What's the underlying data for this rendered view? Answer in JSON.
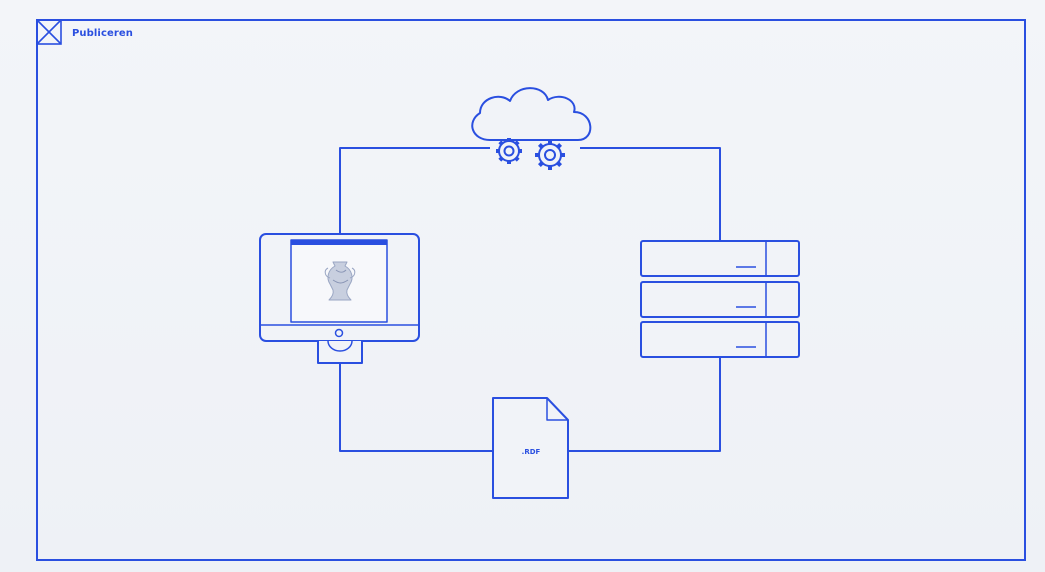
{
  "frame": {
    "title": "Publiceren",
    "icon": "image-placeholder-icon"
  },
  "diagram": {
    "nodes": [
      {
        "id": "cloud",
        "icon": "cloud-gears-icon"
      },
      {
        "id": "computer",
        "icon": "desktop-monitor-icon"
      },
      {
        "id": "server",
        "icon": "server-rack-icon"
      },
      {
        "id": "file",
        "icon": "document-file-icon",
        "label": ".RDF"
      }
    ]
  },
  "colors": {
    "accent": "#2a4fe0",
    "background": "#f1f3f8"
  }
}
